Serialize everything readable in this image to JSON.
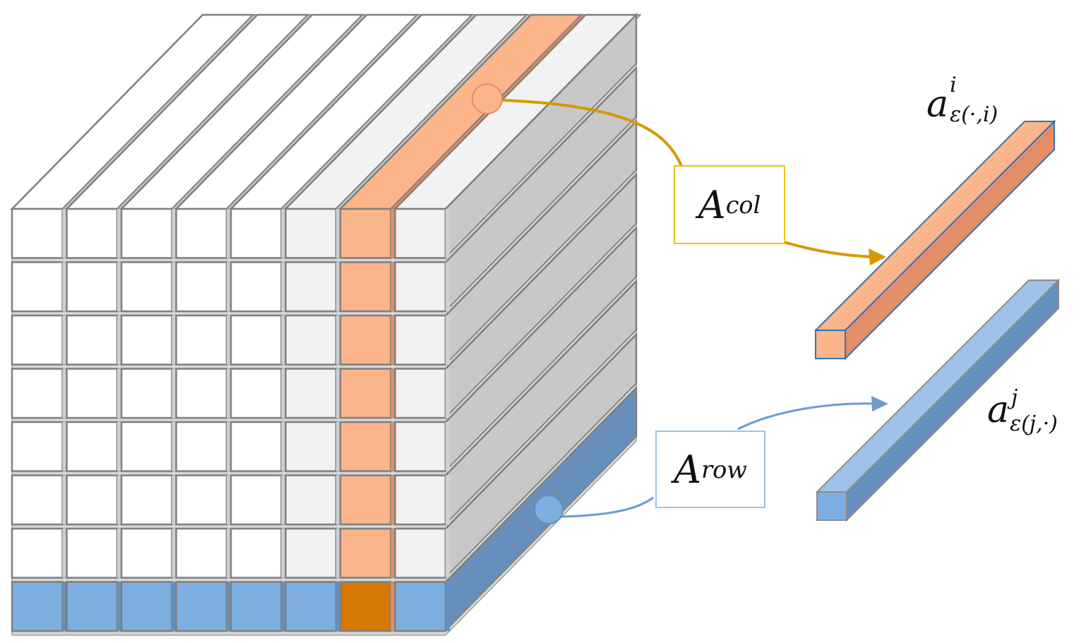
{
  "colors": {
    "cell_fill": "#ffffff",
    "cell_fill_light": "#f2f2f2",
    "cell_stroke": "#7f7f7f",
    "side_gray": "#c8c8c8",
    "orange_front": "#fbb58a",
    "orange_side": "#e58d66",
    "orange_dark": "#d47800",
    "blue_front": "#7eaee0",
    "blue_side": "#6690bb",
    "col_arrow": "#d49a00",
    "row_arrow": "#6d9ccc",
    "col_box_border": "#f2c200",
    "row_box_border": "#9dc3e6"
  },
  "grid": {
    "columns": 8,
    "rows": 8,
    "highlight_column": 7,
    "highlight_row": 8
  },
  "labels": {
    "col_box": {
      "main": "A",
      "sub": "col"
    },
    "row_box": {
      "main": "A",
      "sub": "row"
    },
    "col_vector": {
      "main": "a",
      "sub": "ε(·,i)",
      "sup": "i"
    },
    "row_vector": {
      "main": "a",
      "sub": "ε(j,·)",
      "sup": "j"
    }
  }
}
